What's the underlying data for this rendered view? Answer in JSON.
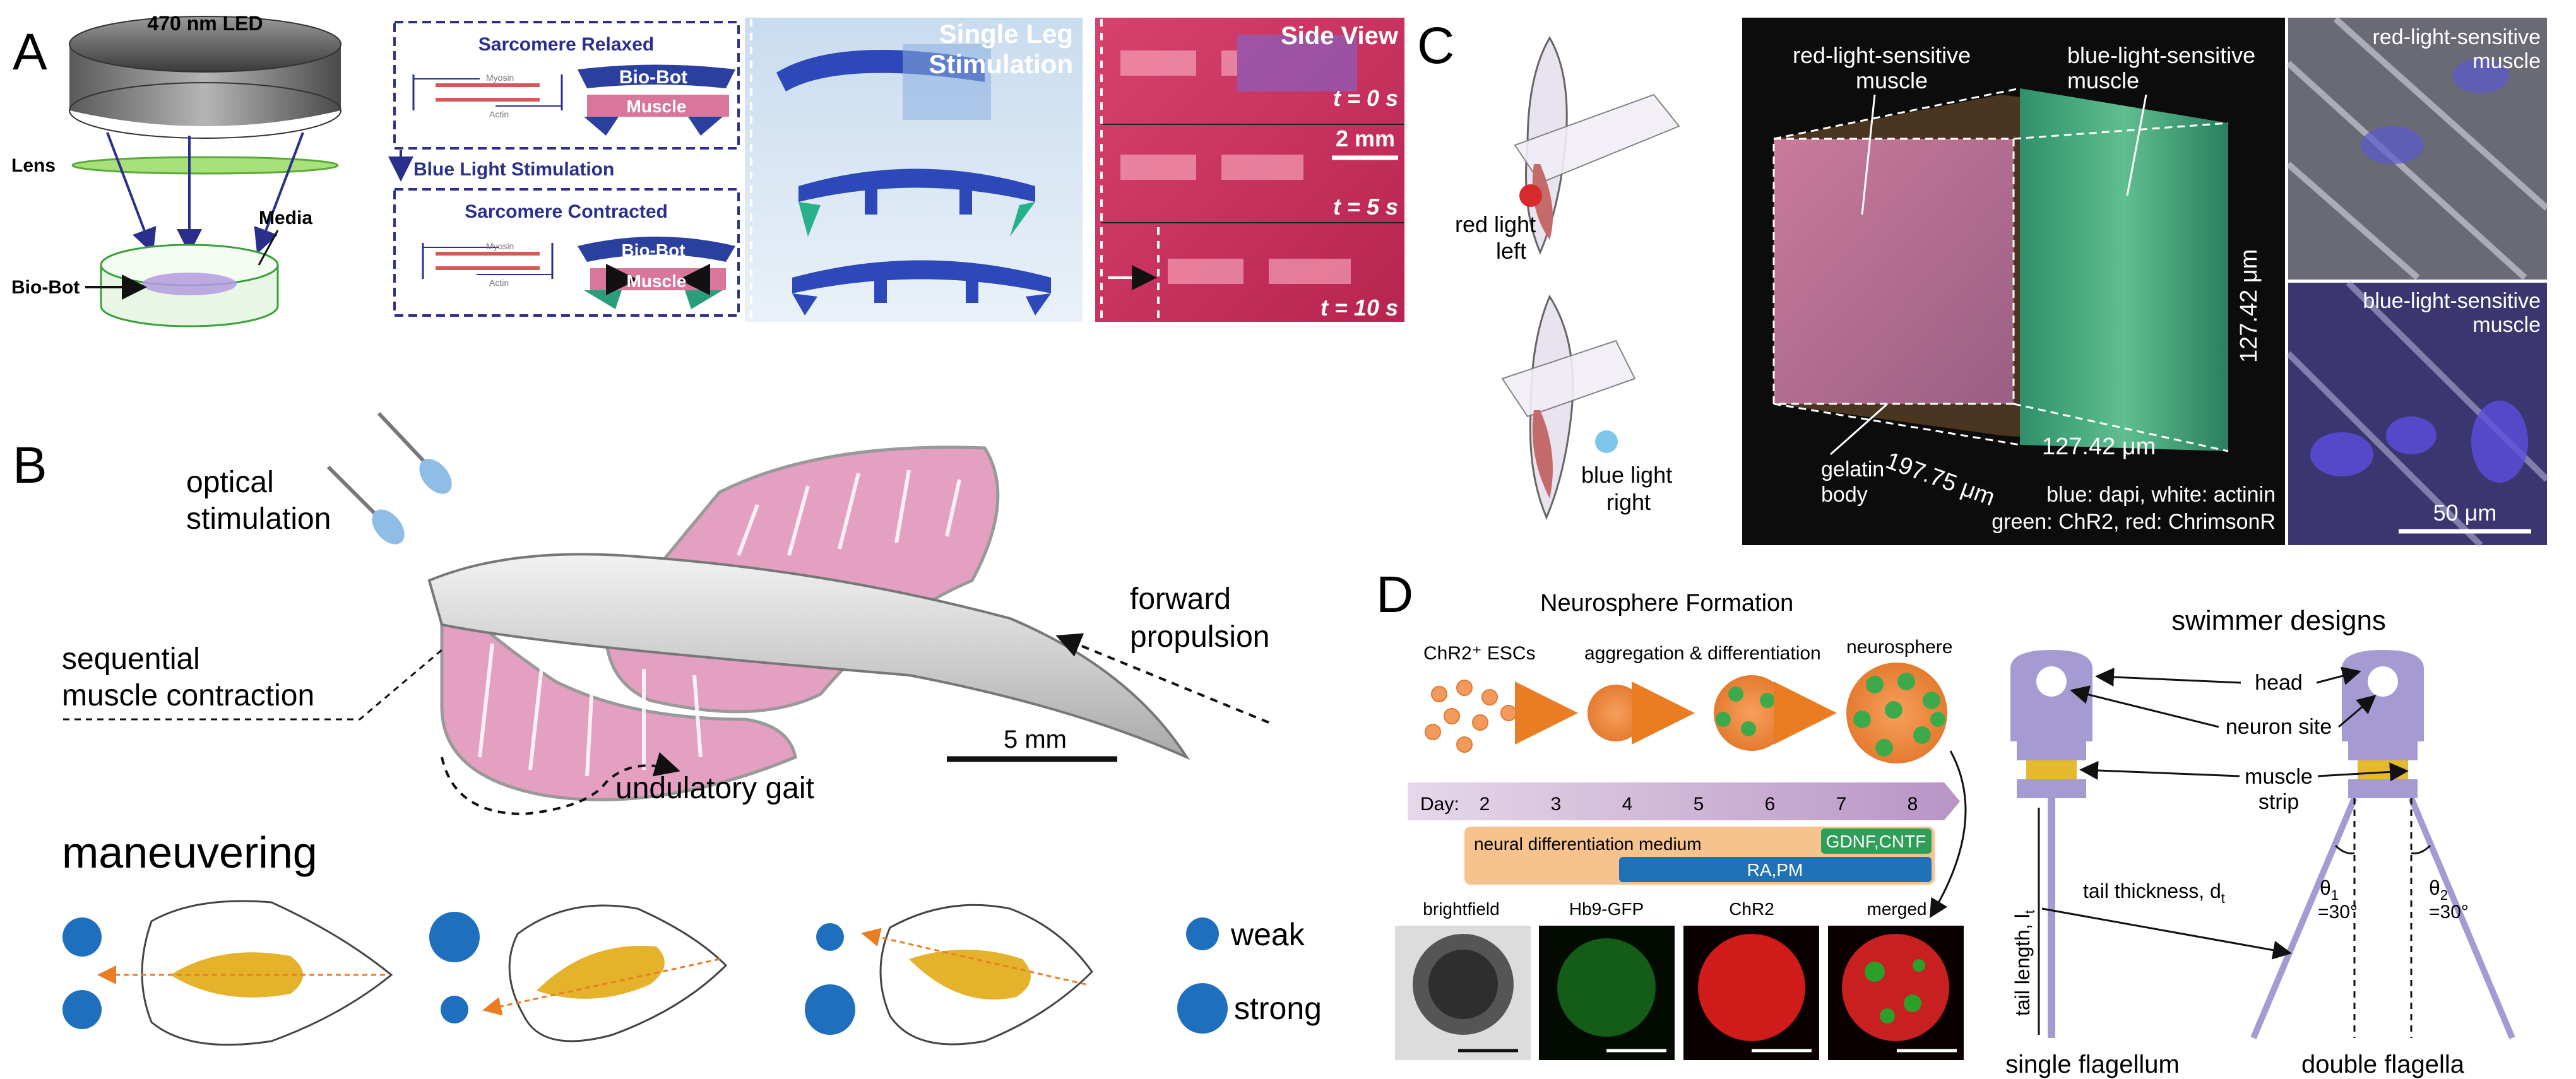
{
  "panel_letters": {
    "a": "A",
    "b": "B",
    "c": "C",
    "d": "D"
  },
  "panel_a": {
    "led_label": "470 nm LED",
    "lens_label": "Lens",
    "media_label": "Media",
    "biobot_label": "Bio-Bot",
    "sarcomere_relaxed": "Sarcomere Relaxed",
    "blue_light_stimulation": "Blue Light Stimulation",
    "sarcomere_contracted": "Sarcomere Contracted",
    "myosin": "Myosin",
    "actin": "Actin",
    "biobot_inset": "Bio-Bot",
    "muscle_inset": "Muscle",
    "single_leg_line1": "Single Leg",
    "single_leg_line2": "Stimulation",
    "side_view": "Side View",
    "t0": "t = 0 s",
    "scale": "2 mm",
    "t5": "t = 5 s",
    "t10": "t = 10 s"
  },
  "panel_b": {
    "optical_line1": "optical",
    "optical_line2": "stimulation",
    "sequential_line1": "sequential",
    "sequential_line2": "muscle contraction",
    "forward_line1": "forward",
    "forward_line2": "propulsion",
    "scale": "5 mm",
    "undulatory": "undulatory gait",
    "maneuvering": "maneuvering",
    "weak": "weak",
    "strong": "strong"
  },
  "panel_c": {
    "red_light_line1": "red light",
    "red_light_line2": "left",
    "blue_light_line1": "blue light",
    "blue_light_line2": "right",
    "red_muscle_line1": "red-light-sensitive",
    "red_muscle_line2": "muscle",
    "blue_muscle_line1": "blue-light-sensitive",
    "blue_muscle_line2": "muscle",
    "dim_vertical": "127.42 μm",
    "dim_depth": "197.75 μm",
    "dim_width": "127.42 μm",
    "gelatin_line1": "gelatin",
    "gelatin_line2": "body",
    "stain_line1": "blue: dapi, white: actinin",
    "stain_line2": "green: ChR2, red: ChrimsonR",
    "right_top_line1": "red-light-sensitive",
    "right_top_line2": "muscle",
    "right_bottom_line1": "blue-light-sensitive",
    "right_bottom_line2": "muscle",
    "scale": "50 μm"
  },
  "panel_d": {
    "title": "Neurosphere Formation",
    "esc_label": "ChR2⁺ ESCs",
    "aggregation": "aggregation & differentiation",
    "neurosphere": "neurosphere",
    "day_label": "Day:",
    "days": [
      "2",
      "3",
      "4",
      "5",
      "6",
      "7",
      "8"
    ],
    "medium": "neural differentiation medium",
    "gdnf": "GDNF,CNTF",
    "rapm": "RA,PM",
    "img_labels": [
      "brightfield",
      "Hb9-GFP",
      "ChR2",
      "merged"
    ],
    "swimmer_title": "swimmer designs",
    "head": "head",
    "neuron_site": "neuron site",
    "muscle_line1": "muscle",
    "muscle_line2": "strip",
    "tail_length": "tail length, l",
    "tail_length_sub": "t",
    "tail_thickness": "tail thickness, d",
    "tail_thickness_sub": "t",
    "theta1": "θ",
    "theta1_sub": "1",
    "theta1_val": "=30°",
    "theta2": "θ",
    "theta2_sub": "2",
    "theta2_val": "=30°",
    "single_flagellum": "single flagellum",
    "double_flagella": "double flagella"
  },
  "colors": {
    "accent_navy": "#2b2f8c",
    "muscle_pink": "#d4679a",
    "stim_blue": "#1f6fbf",
    "arrow_orange": "#ea7d24",
    "timeline_purple": "#cfb3d6",
    "medium_orange": "#f6c28e",
    "gdnf_green": "#2e9e58",
    "rapm_blue": "#1f72b5",
    "swimmer_purple": "#a69ad3",
    "muscle_gold": "#e4b92d"
  }
}
